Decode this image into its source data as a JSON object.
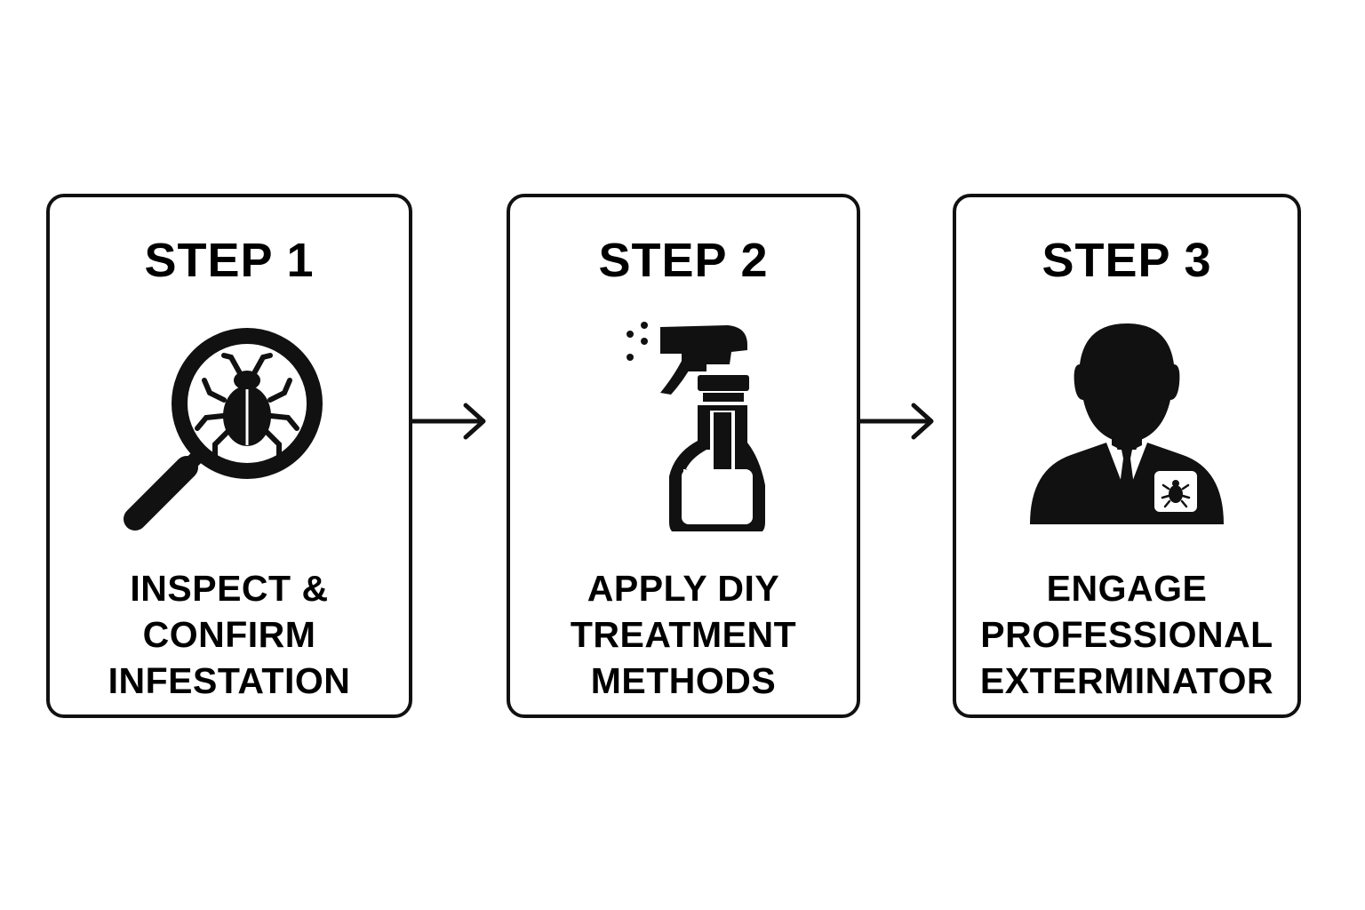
{
  "steps": [
    {
      "title": "STEP 1",
      "label_lines": [
        "INSPECT &",
        "CONFIRM",
        "INFESTATION"
      ],
      "icon": "magnifying-glass-bug-icon"
    },
    {
      "title": "STEP 2",
      "label_lines": [
        "APPLY DIY",
        "TREATMENT",
        "METHODS"
      ],
      "icon": "spray-bottle-icon"
    },
    {
      "title": "STEP 3",
      "label_lines": [
        "ENGAGE",
        "PROFESSIONAL",
        "EXTERMINATOR"
      ],
      "icon": "exterminator-person-icon"
    }
  ],
  "connectors": [
    {
      "from": "STEP 1",
      "to": "STEP 2",
      "icon": "arrow-right-icon"
    },
    {
      "from": "STEP 2",
      "to": "STEP 3",
      "icon": "arrow-right-icon"
    }
  ],
  "colors": {
    "ink": "#111111",
    "background": "#ffffff"
  }
}
